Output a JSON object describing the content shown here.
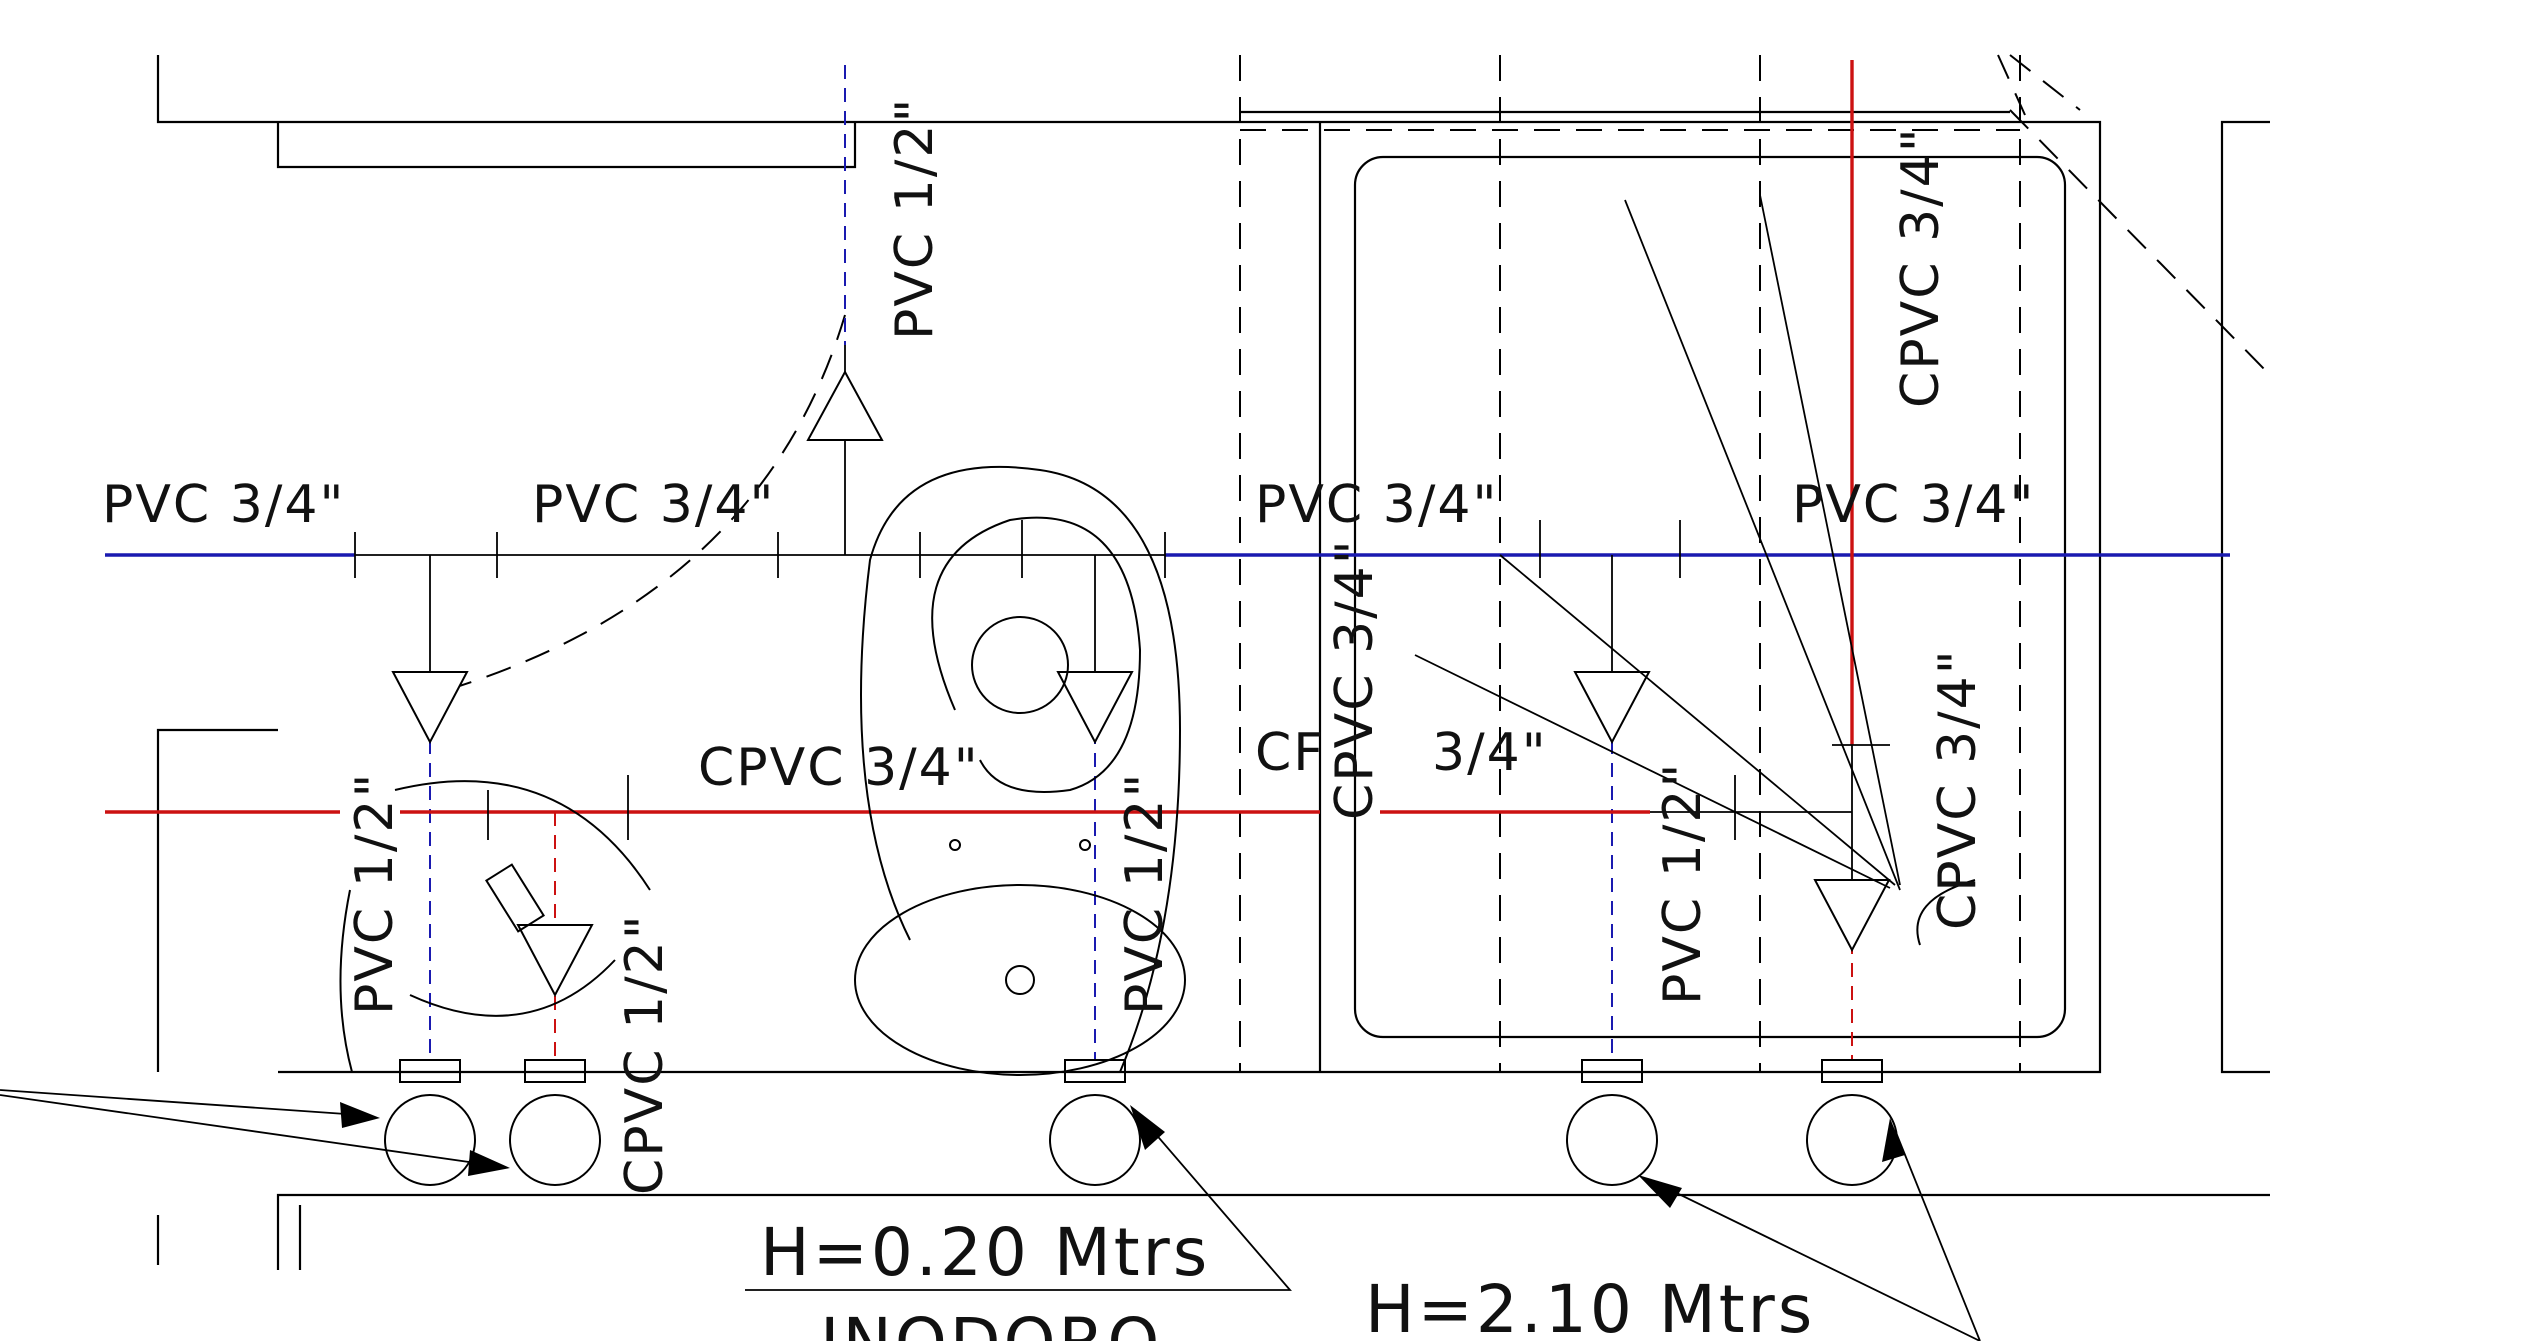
{
  "drawing": {
    "colors": {
      "cold_pipe": "#1a1ab0",
      "hot_pipe": "#cc1111",
      "linework": "#000000",
      "background": "#ffffff"
    },
    "pipe_labels": {
      "cold_top_1": "PVC 3/4\"",
      "cold_top_2": "PVC 3/4\"",
      "cold_top_3": "PVC 3/4\"",
      "cold_top_4": "PVC 3/4\"",
      "riser_top": "PVC 1/2\"",
      "hot_mid_1": "CPVC 3/4\"",
      "hot_mid_2": "CF",
      "hot_mid_3": "3/4\"",
      "vert_mid": "CPVC 3/4\"",
      "drop_left_cold": "PVC 1/2\"",
      "drop_left_hot": "CPVC 1/2\"",
      "drop_toilet": "PVC 1/2\"",
      "drop_right_cold": "PVC 1/2\"",
      "riser_right_hot_top": "CPVC 3/4\"",
      "riser_right_hot_bottom": "CPVC 3/4\""
    },
    "notes": {
      "height_toilet": "H=0.20 Mtrs",
      "fixture_toilet": "INODORO",
      "height_shower": "H=2.10 Mtrs"
    }
  }
}
